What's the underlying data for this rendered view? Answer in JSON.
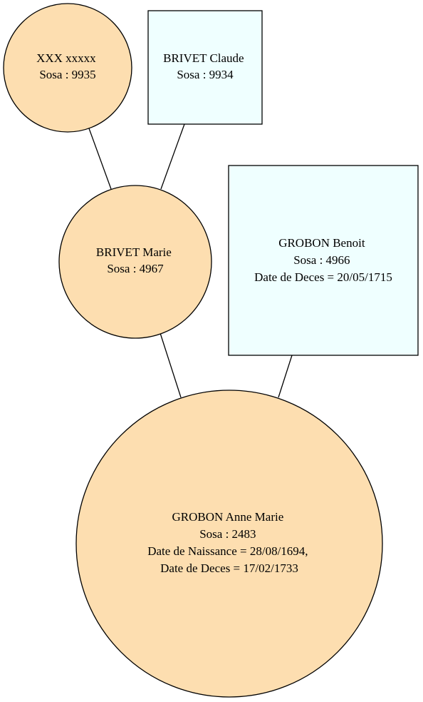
{
  "colors": {
    "female_fill": "#fddeb0",
    "male_fill": "#efffff",
    "stroke": "#000000",
    "background": "#ffffff"
  },
  "nodes": {
    "xxx": {
      "shape": "circle",
      "lines": [
        "XXX xxxxx",
        "Sosa : 9935"
      ]
    },
    "brivet_claude": {
      "shape": "box",
      "lines": [
        "BRIVET Claude",
        "Sosa : 9934"
      ]
    },
    "brivet_marie": {
      "shape": "circle",
      "lines": [
        "BRIVET Marie",
        "Sosa : 4967"
      ]
    },
    "grobon_benoit": {
      "shape": "box",
      "lines": [
        "GROBON Benoit",
        "Sosa : 4966",
        "Date de Deces = 20/05/1715"
      ]
    },
    "grobon_anne_marie": {
      "shape": "circle",
      "lines": [
        "GROBON Anne Marie",
        "Sosa : 2483",
        "Date de Naissance = 28/08/1694,",
        "Date de Deces = 17/02/1733"
      ]
    }
  }
}
